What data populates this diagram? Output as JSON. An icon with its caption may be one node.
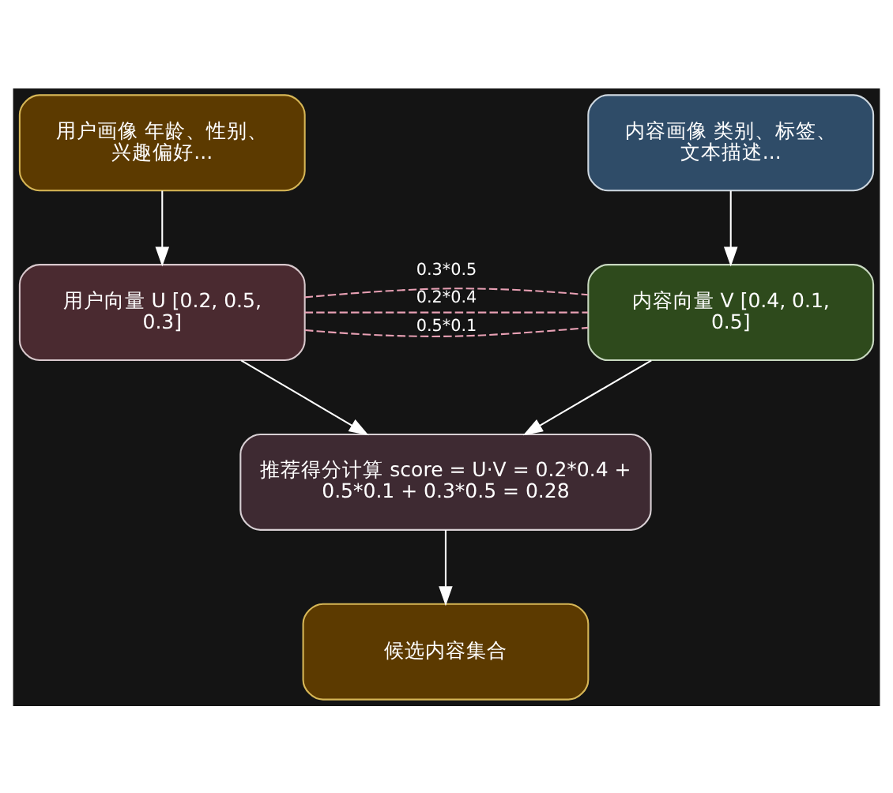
{
  "diagram": {
    "nodes": [
      {
        "text": [
          "用户画像 年龄、性别、兴趣偏好..."
        ]
      },
      {
        "text": [
          "内容画像 类别、标签、文本描述..."
        ]
      },
      {
        "text": [
          "用户向量 U [0.2, 0.5, 0.3]"
        ]
      },
      {
        "text": [
          "内容向量 V [0.4, 0.1, 0.5]"
        ]
      },
      {
        "text": [
          "推荐得分计算 score = U·V = 0.2*0.4 + 0.5*0.1 + 0.3*0.5 = 0.28"
        ]
      },
      {
        "text": [
          "候选内容集合"
        ]
      }
    ],
    "edges": [
      {
        "from": 0,
        "to": 2,
        "arrow": "to"
      },
      {
        "from": 1,
        "to": 3,
        "arrow": "to"
      },
      {
        "from": 2,
        "to": 3,
        "arrow": "none",
        "label": "0.2*0.4",
        "style": "dashed",
        "color": "#e8a0b4"
      },
      {
        "from": 2,
        "to": 3,
        "arrow": "none",
        "label": "0.5*0.1",
        "style": "dashed",
        "color": "#e8a0b4"
      },
      {
        "from": 2,
        "to": 3,
        "arrow": "none",
        "label": "0.3*0.5",
        "style": "dashed",
        "color": "#e8a0b4"
      },
      {
        "from": 2,
        "to": 4,
        "arrow": "to"
      },
      {
        "from": 3,
        "to": 4,
        "arrow": "to"
      },
      {
        "from": 4,
        "to": 5,
        "arrow": "to"
      }
    ]
  }
}
